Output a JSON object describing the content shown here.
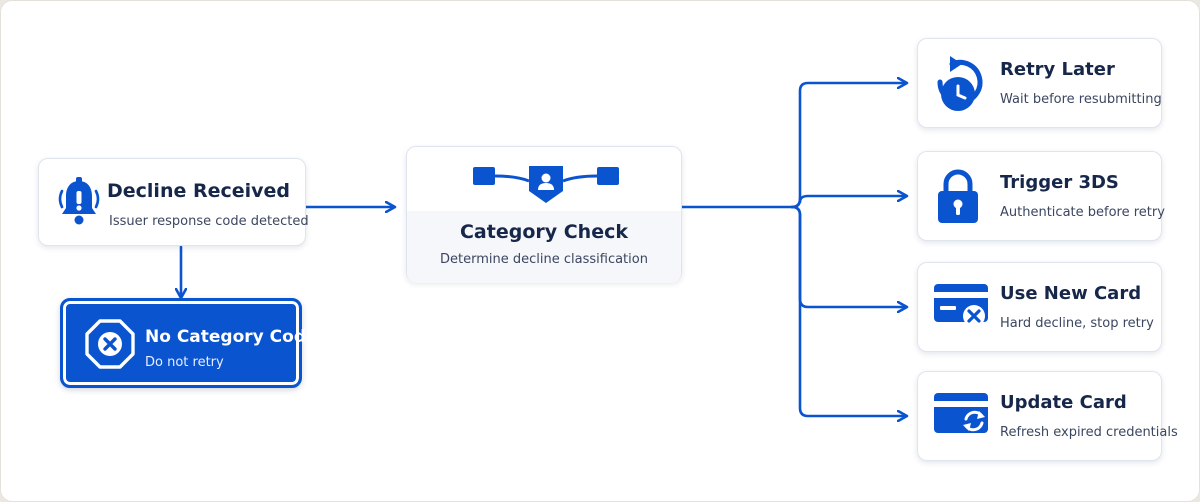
{
  "colors": {
    "accent": "#0b54cf",
    "title": "#16274a",
    "text": "#3b4660",
    "card_border": "#dfe5ee"
  },
  "nodes": {
    "decline_received": {
      "icon": "alert-bell-icon",
      "title": "Decline Received",
      "subtitle": "Issuer response code detected"
    },
    "no_category_code": {
      "icon": "stop-x-icon",
      "title": "No Category Code",
      "subtitle": "Do not retry"
    },
    "category_check": {
      "icon": "branch-network-icon",
      "title": "Category Check",
      "subtitle": "Determine decline classification"
    },
    "retry_later": {
      "icon": "retry-clock-icon",
      "title": "Retry Later",
      "subtitle": "Wait before resubmitting"
    },
    "trigger_3ds": {
      "icon": "padlock-icon",
      "title": "Trigger 3DS",
      "subtitle": "Authenticate before retry"
    },
    "use_new_card": {
      "icon": "card-x-icon",
      "title": "Use New Card",
      "subtitle": "Hard decline, stop retry"
    },
    "update_card": {
      "icon": "card-refresh-icon",
      "title": "Update Card",
      "subtitle": "Refresh expired credentials"
    }
  },
  "edges": [
    {
      "from": "decline_received",
      "to": "category_check"
    },
    {
      "from": "decline_received",
      "to": "no_category_code"
    },
    {
      "from": "category_check",
      "to": "retry_later"
    },
    {
      "from": "category_check",
      "to": "trigger_3ds"
    },
    {
      "from": "category_check",
      "to": "use_new_card"
    },
    {
      "from": "category_check",
      "to": "update_card"
    }
  ]
}
